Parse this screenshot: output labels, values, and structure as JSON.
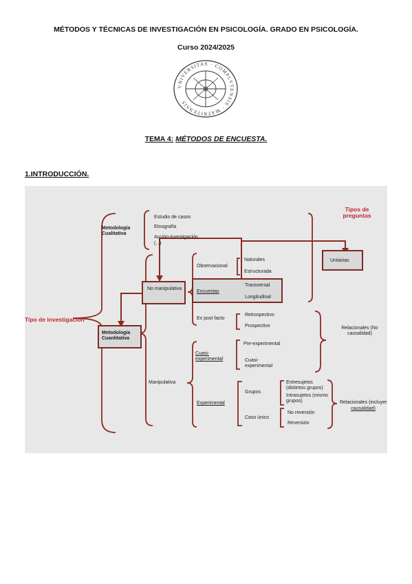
{
  "header": {
    "title": "MÉTODOS Y TÉCNICAS DE INVESTIGACIÓN EN PSICOLOGÍA. GRADO EN PSICOLOGÍA.",
    "course": "Curso 2024/2025",
    "seal_text": "VNIVERSITAS · COMPLVTENSIS · MATRITENSIS"
  },
  "topic": {
    "prefix": "TEMA 4:",
    "title": "MÉTODOS DE ENCUESTA."
  },
  "section": {
    "title": "1.INTRODUCCIÓN."
  },
  "diagram": {
    "tipo_investigacion": "Tipo de investigación",
    "tipos_preguntas": "Tipos de preguntas",
    "cualitativa": "Metodología Cualitativa",
    "cualitativa_items": [
      "Estudio de casos",
      "Etnografía",
      "Acción-investigación",
      "(...)"
    ],
    "cuantitativa": "Metodología Cuantitativa",
    "no_manipulativa": "No manipulativa",
    "manipulativa": "Manipulativa",
    "observacional": "Observacional",
    "naturales": "Naturales",
    "estructurada": "Estructurada",
    "encuestas": "Encuestas",
    "transversal": "Transversal",
    "longitudinal": "Longitudinal",
    "unitarias": "Unitarias",
    "ex_post_facto": "Ex post facto",
    "retrospectivo": "Retrospectivo",
    "prospectivo": "Prospectivo",
    "relacionales_no": "Relacionales (No causalidad)",
    "cuasi_experimental": "Cuasi-experimental",
    "pre_experimental": "Pre-experimental",
    "cuasi_exp_item": "Cuasi-experimental",
    "experimental": "Experimental",
    "grupos": "Grupos",
    "entresujetos": "Entresujetos (distintos grupos)",
    "intrasujetos": "Intrasujetos (mismo grupos)",
    "caso_unico": "Caso único",
    "no_reversion": "No reversión",
    "reversion": "Reversión",
    "relacionales_si_1": "Relacionales (incluyendo",
    "relacionales_si_2": "causalidad)",
    "colors": {
      "accent": "#c0272d",
      "bracket": "#8b2a20",
      "box_border": "#7a2a22"
    }
  }
}
